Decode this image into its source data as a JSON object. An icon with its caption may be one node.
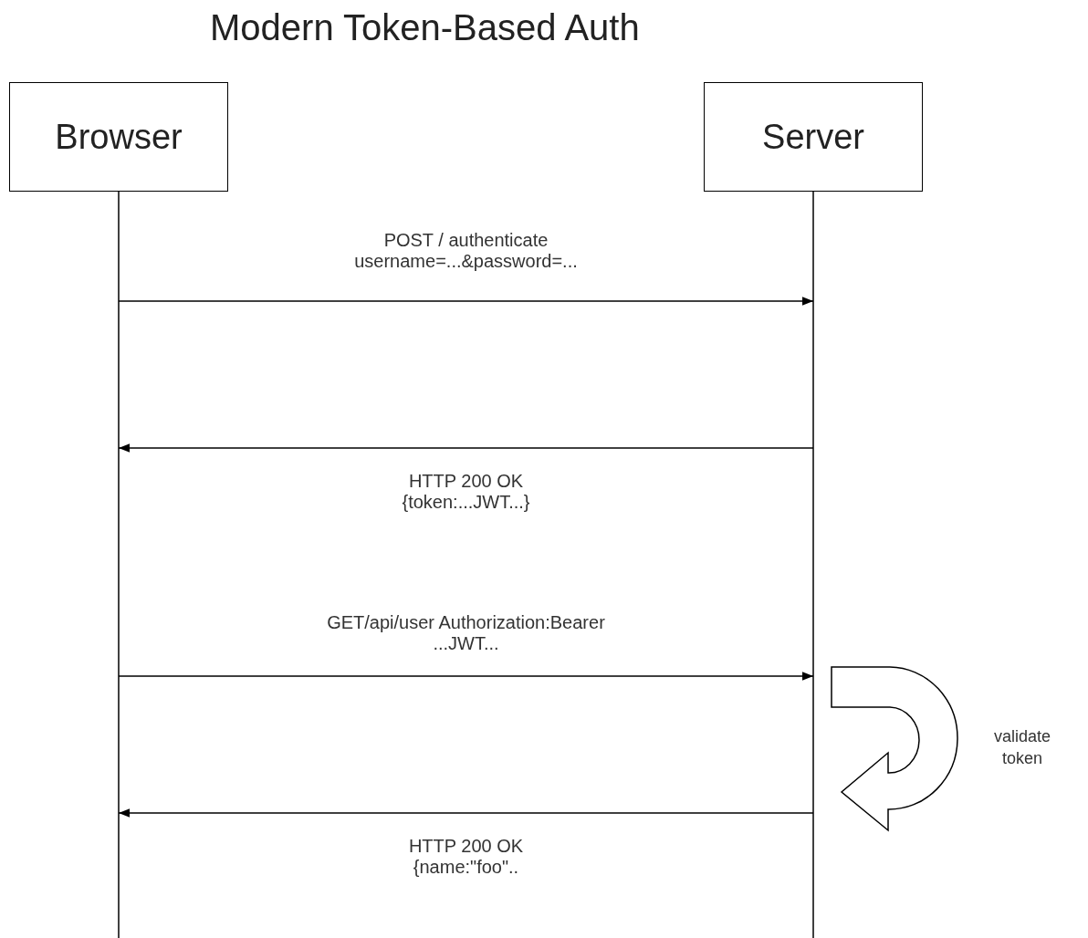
{
  "diagram": {
    "title": "Modern Token-Based Auth",
    "nodes": [
      {
        "text": [
          "Browser"
        ]
      },
      {
        "text": [
          "Server"
        ]
      }
    ],
    "edges": [
      {
        "from": 0,
        "to": 1,
        "arrow": "to",
        "label": "POST / authenticate username=...&password=..."
      },
      {
        "from": 1,
        "to": 0,
        "arrow": "to",
        "label": "HTTP 200 OK {token:...JWT...}"
      },
      {
        "from": 0,
        "to": 1,
        "arrow": "to",
        "label": "GET/api/user Authorization:Bearer ...JWT..."
      },
      {
        "from": 1,
        "to": 0,
        "arrow": "to",
        "label": "HTTP 200 OK {name:\"foo\".."
      }
    ],
    "labels": [
      "validate token"
    ]
  }
}
